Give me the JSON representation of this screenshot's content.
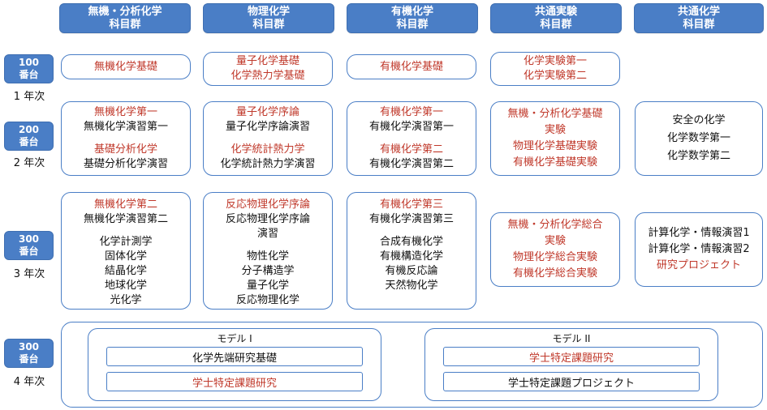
{
  "headers": [
    {
      "line1": "無機・分析化学",
      "line2": "科目群"
    },
    {
      "line1": "物理化学",
      "line2": "科目群"
    },
    {
      "line1": "有機化学",
      "line2": "科目群"
    },
    {
      "line1": "共通実験",
      "line2": "科目群"
    },
    {
      "line1": "共通化学",
      "line2": "科目群"
    }
  ],
  "levels": [
    {
      "code": "100",
      "label": "番台",
      "year": "1 年次"
    },
    {
      "code": "200",
      "label": "番台",
      "year": "2 年次"
    },
    {
      "code": "300",
      "label": "番台",
      "year": "3 年次"
    },
    {
      "code": "300",
      "label": "番台",
      "year": "4 年次"
    }
  ],
  "row100": {
    "inorganic": [
      "無機化学基礎"
    ],
    "physical": [
      "量子化学基礎",
      "化学熱力学基礎"
    ],
    "organic": [
      "有機化学基礎"
    ],
    "experiment": [
      "化学実験第一",
      "化学実験第二"
    ]
  },
  "row200": {
    "inorganic": {
      "r1": "無機化学第一",
      "b1": "無機化学演習第一",
      "r2": "基礎分析化学",
      "b2": "基礎分析化学演習"
    },
    "physical": {
      "r1": "量子化学序論",
      "b1": "量子化学序論演習",
      "r2": "化学統計熱力学",
      "b2": "化学統計熱力学演習"
    },
    "organic": {
      "r1": "有機化学第一",
      "b1": "有機化学演習第一",
      "r2": "有機化学第二",
      "b2": "有機化学演習第二"
    },
    "experiment": [
      "無機・分析化学基礎",
      "実験",
      "物理化学基礎実験",
      "有機化学基礎実験"
    ],
    "common": [
      "安全の化学",
      "化学数学第一",
      "化学数学第二"
    ]
  },
  "row300": {
    "inorganic": {
      "r1": "無機化学第二",
      "b1": "無機化学演習第二",
      "list": [
        "化学計測学",
        "固体化学",
        "結晶化学",
        "地球化学",
        "光化学"
      ]
    },
    "physical": {
      "r1": "反応物理化学序論",
      "b1a": "反応物理化学序論",
      "b1b": "演習",
      "list": [
        "物性化学",
        "分子構造学",
        "量子化学",
        "反応物理化学"
      ]
    },
    "organic": {
      "r1": "有機化学第三",
      "b1": "有機化学演習第三",
      "list": [
        "合成有機化学",
        "有機構造化学",
        "有機反応論",
        "天然物化学"
      ]
    },
    "experiment": [
      "無機・分析化学総合",
      "実験",
      "物理化学総合実験",
      "有機化学総合実験"
    ],
    "common": {
      "b1": "計算化学・情報演習1",
      "b2": "計算化学・情報演習2",
      "r1": "研究プロジェクト"
    }
  },
  "row400": {
    "model1": {
      "title": "モデル I",
      "item1": "化学先端研究基礎",
      "item2": "学士特定課題研究"
    },
    "model2": {
      "title": "モデル II",
      "item1": "学士特定課題研究",
      "item2": "学士特定課題プロジェクト"
    }
  }
}
